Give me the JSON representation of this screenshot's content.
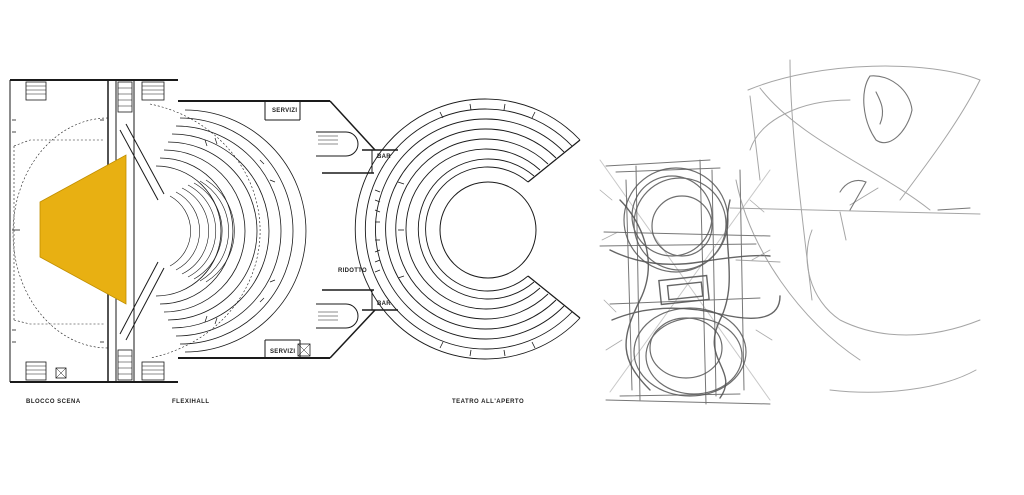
{
  "plan": {
    "room_labels": {
      "servizi_top": "SERVIZI",
      "servizi_bottom": "SERVIZI",
      "bar_top": "BAR",
      "bar_bottom": "BAR",
      "ridotto": "RIDOTTO"
    },
    "captions": {
      "blocco_scena": "BLOCCO  SCENA",
      "flexihall": "FLEXIHALL",
      "teatro": "TEATRO  ALL'APERTO"
    },
    "colors": {
      "stage_highlight": "#E8B012",
      "ink": "#1a1a1a",
      "pencil": "#555555"
    }
  }
}
